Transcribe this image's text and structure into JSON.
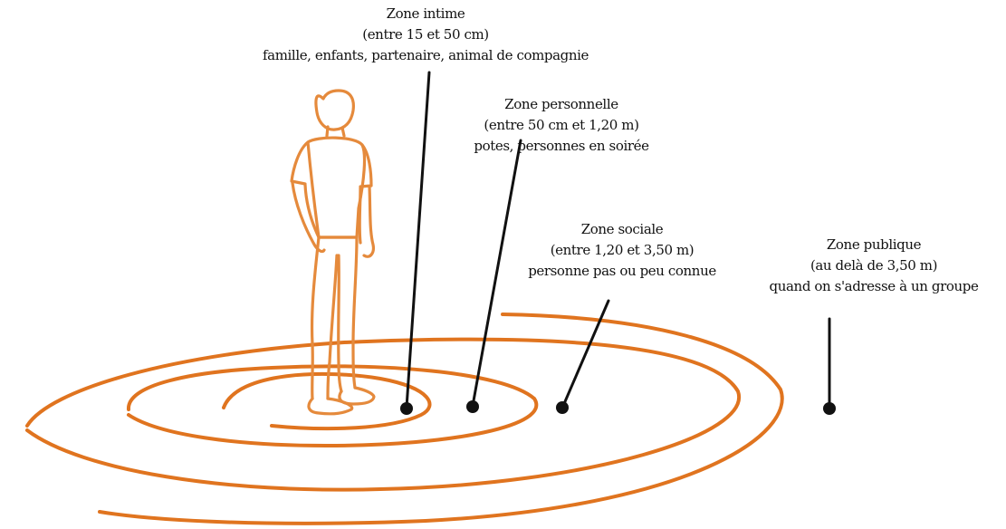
{
  "zones": [
    {
      "name": "Zone intime",
      "range": "(entre 15 et 50 cm)",
      "who": "famille, enfants, partenaire, animal de compagnie"
    },
    {
      "name": "Zone personnelle",
      "range": "(entre 50 cm et 1,20 m)",
      "who": "potes, personnes en soirée"
    },
    {
      "name": "Zone sociale",
      "range": "(entre 1,20 et 3,50 m)",
      "who": "personne pas ou peu connue"
    },
    {
      "name": "Zone publique",
      "range": "(au delà de 3,50 m)",
      "who": "quand on s'adresse à un groupe"
    }
  ],
  "colors": {
    "rings": "#e0741f",
    "figure": "#e58a3c",
    "pointers": "#111111",
    "text": "#111111"
  }
}
